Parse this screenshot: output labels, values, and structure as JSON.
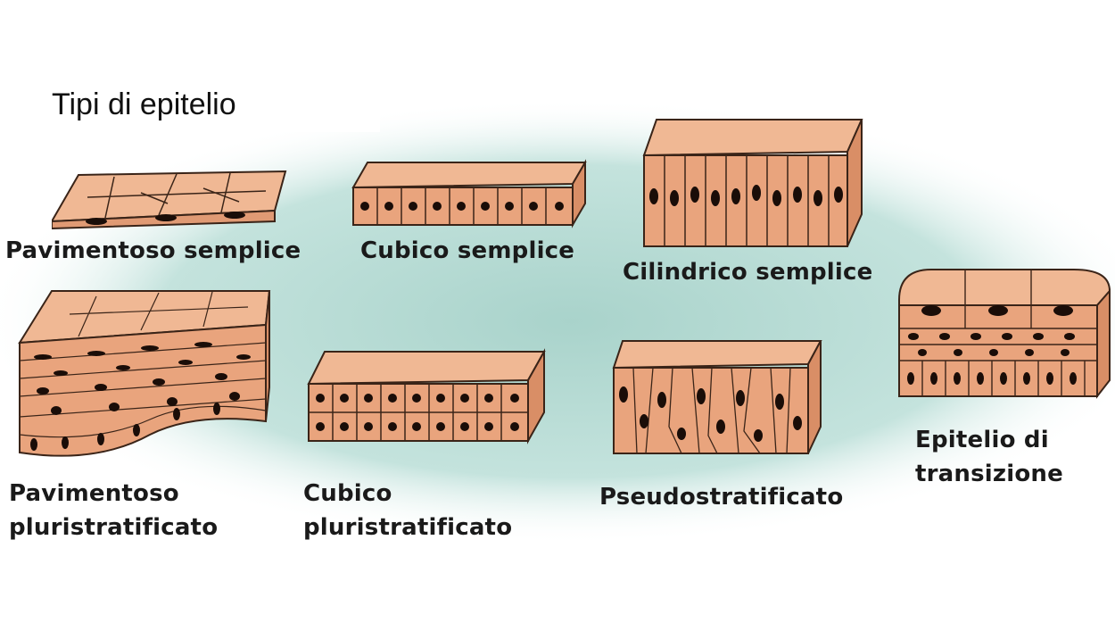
{
  "title": "Tipi di epitelio",
  "labels": {
    "pavimentoso_semplice": "Pavimentoso semplice",
    "cubico_semplice": "Cubico semplice",
    "cilindrico_semplice": "Cilindrico semplice",
    "pavimentoso_pluri_1": "Pavimentoso",
    "pavimentoso_pluri_2": "pluristratificato",
    "cubico_pluri_1": "Cubico",
    "cubico_pluri_2": "pluristratificato",
    "pseudostratificato": "Pseudostratificato",
    "transizione_1": "Epitelio di",
    "transizione_2": "transizione"
  },
  "colors": {
    "background_glow": "#b9ddd6",
    "cell_fill": "#e9a47d",
    "cell_top": "#f0b894",
    "cell_outline": "#3a2418",
    "nucleus": "#1a0d08"
  }
}
